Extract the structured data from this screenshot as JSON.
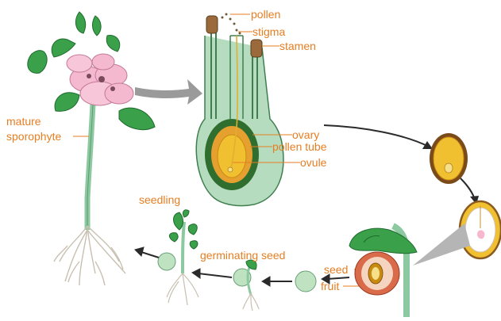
{
  "labels": {
    "pollen": "pollen",
    "stigma": "stigma",
    "stamen": "stamen",
    "ovary": "ovary",
    "pollen_tube": "pollen tube",
    "ovule": "ovule",
    "mature_line1": "mature",
    "mature_line2": "sporophyte",
    "seedling": "seedling",
    "germinating_seed": "germinating seed",
    "seed": "seed",
    "fruit": "fruit"
  },
  "colors": {
    "label": "#e67e22",
    "leaf": "#3aa04a",
    "leaf_dark": "#1f6b2e",
    "stem": "#8cc9a0",
    "petal": "#f4b8cf",
    "ovary_wall": "#2f6e2f",
    "ovule": "#f0c030",
    "fruit": "#d96a4a",
    "seed_green": "#bfe3c0",
    "arrow": "#2a2a2a",
    "arrow_grey": "#9a9a9a",
    "root": "#c8c0b0"
  }
}
